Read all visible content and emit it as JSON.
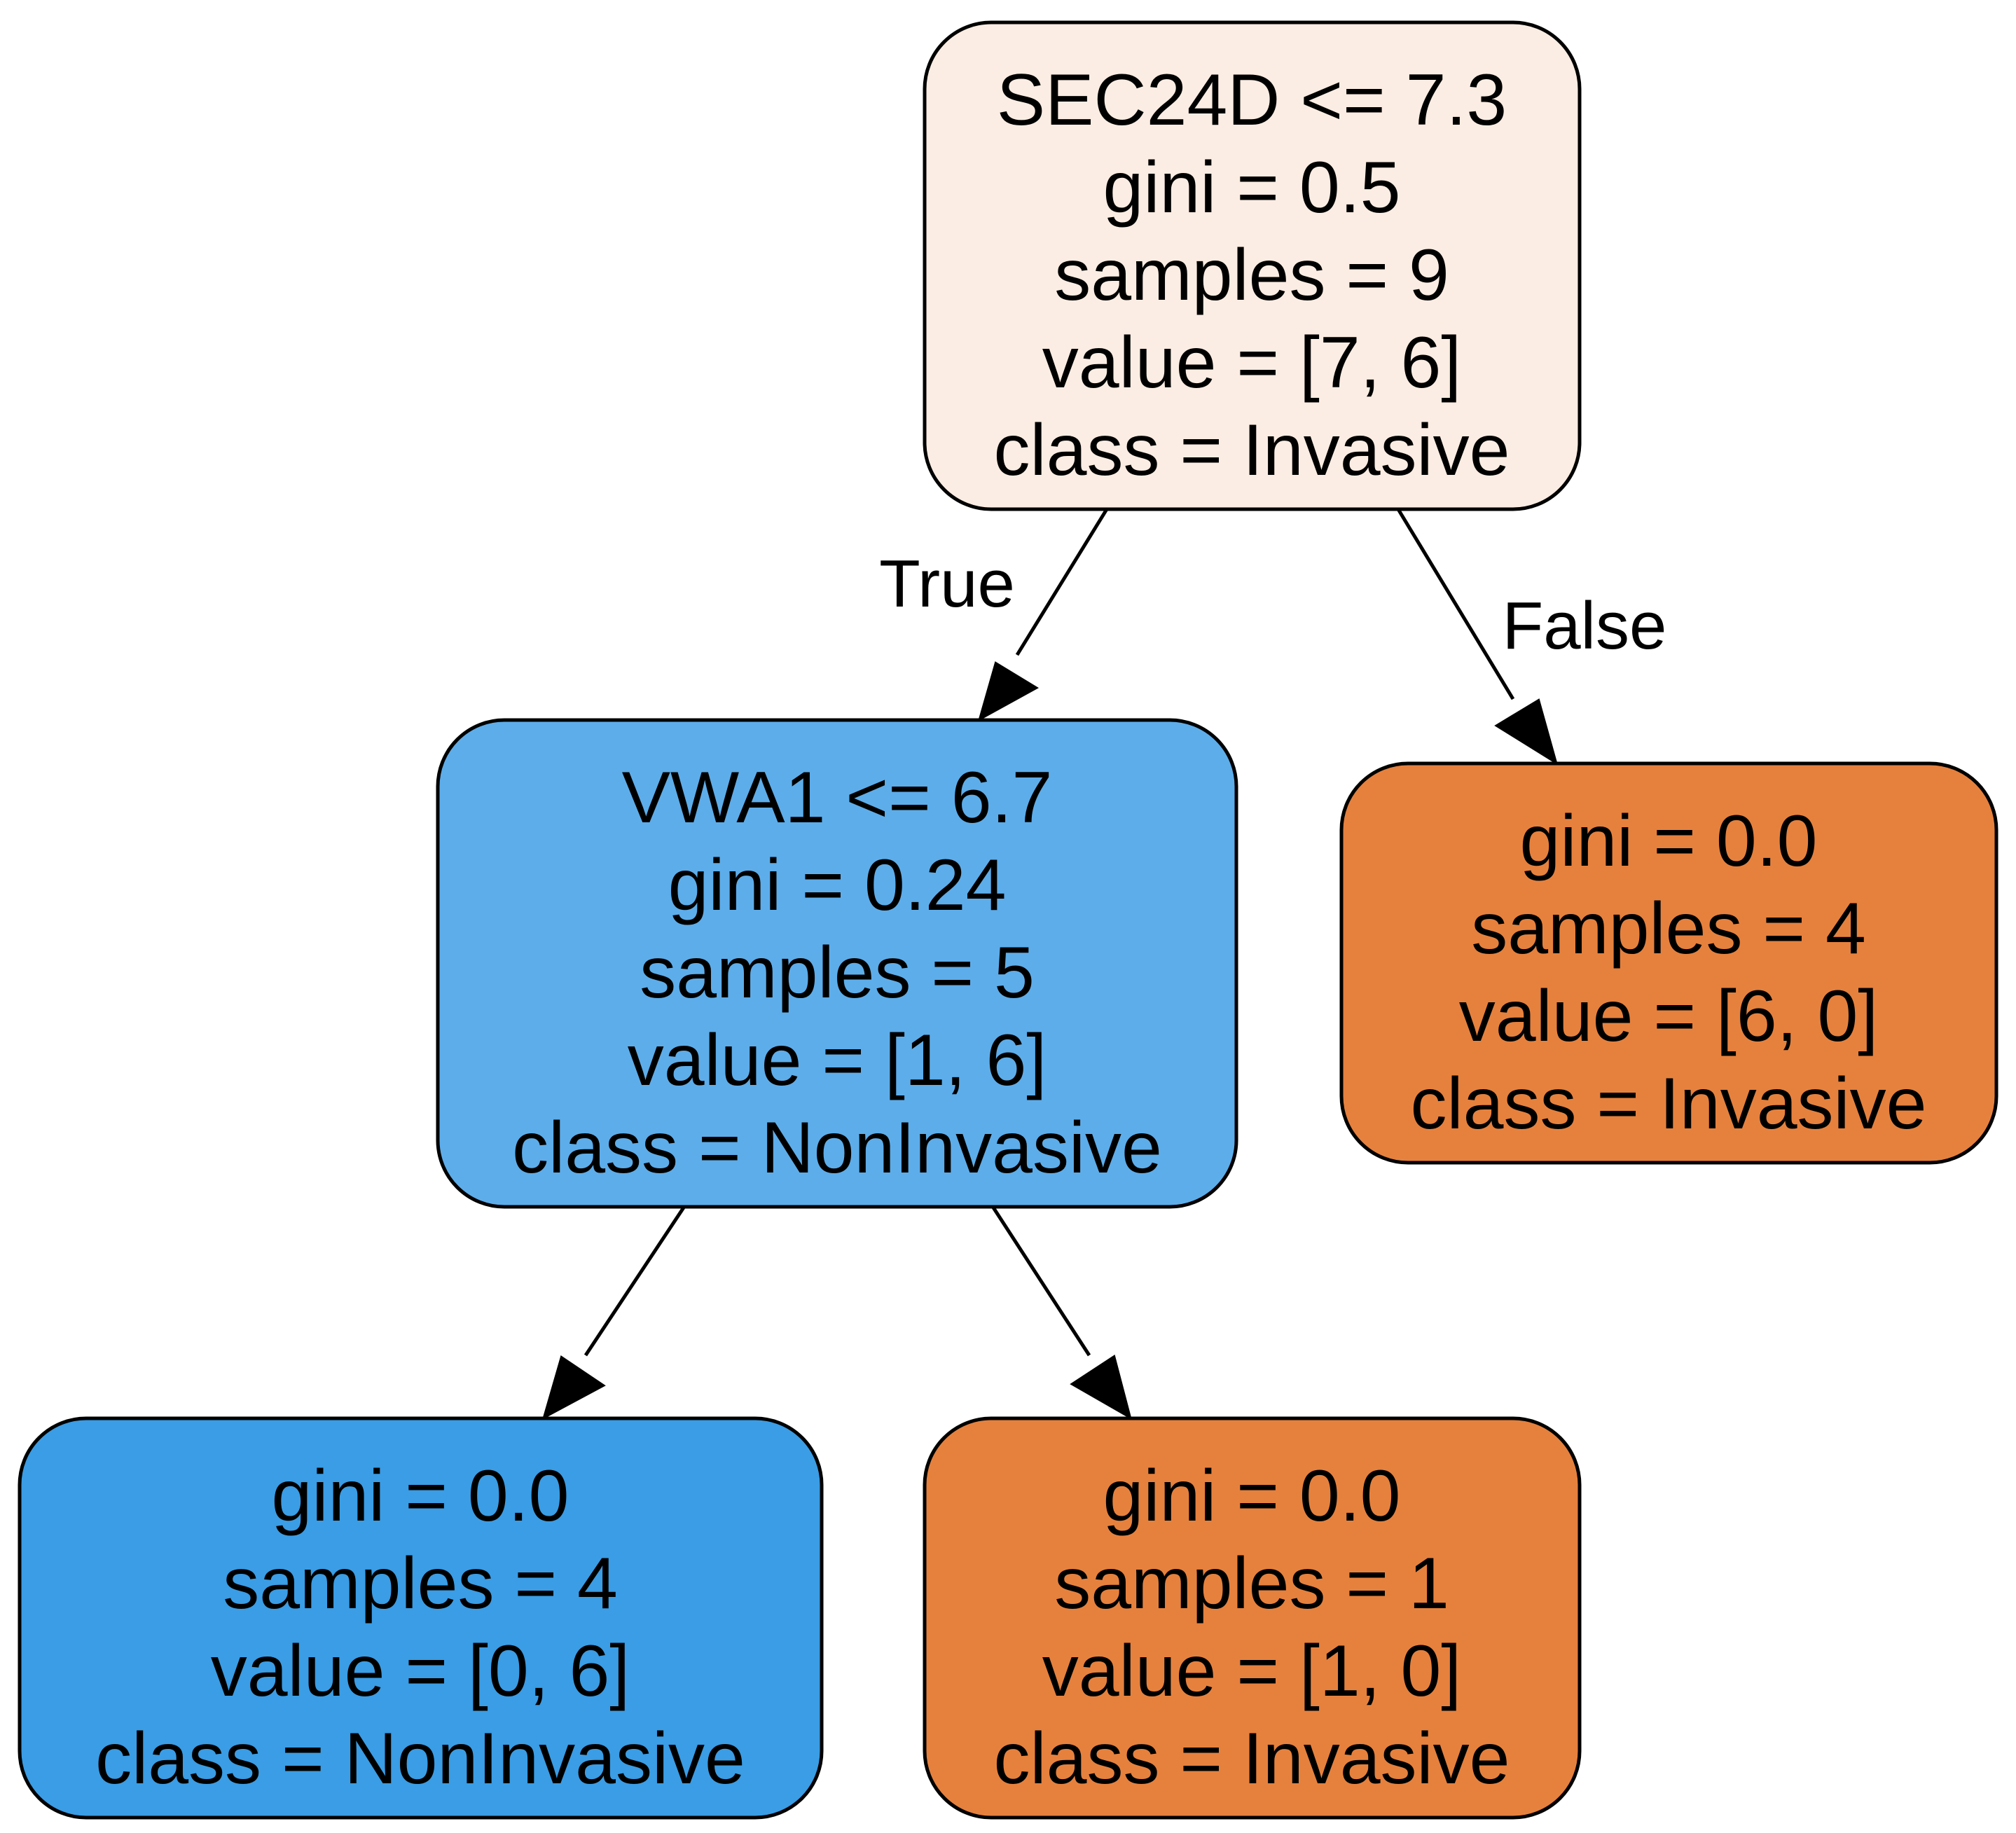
{
  "colors": {
    "root": "#fbede3",
    "blue_mid": "#5dadea",
    "blue_dark": "#3a9de5",
    "orange": "#e6813d",
    "stroke": "#000000"
  },
  "nodes": {
    "root": {
      "lines": [
        "SEC24D <= 7.3",
        "gini = 0.5",
        "samples = 9",
        "value = [7, 6]",
        "class = Invasive"
      ],
      "fill": "#fbede3"
    },
    "split_left": {
      "lines": [
        "VWA1 <= 6.7",
        "gini = 0.24",
        "samples = 5",
        "value = [1, 6]",
        "class = NonInvasive"
      ],
      "fill": "#5dadea"
    },
    "leaf_right": {
      "lines": [
        "gini = 0.0",
        "samples = 4",
        "value = [6, 0]",
        "class = Invasive"
      ],
      "fill": "#e6813d"
    },
    "leaf_left_left": {
      "lines": [
        "gini = 0.0",
        "samples = 4",
        "value = [0, 6]",
        "class = NonInvasive"
      ],
      "fill": "#3a9de5"
    },
    "leaf_left_right": {
      "lines": [
        "gini = 0.0",
        "samples = 1",
        "value = [1, 0]",
        "class = Invasive"
      ],
      "fill": "#e6813d"
    }
  },
  "edge_labels": {
    "true_label": "True",
    "false_label": "False"
  }
}
